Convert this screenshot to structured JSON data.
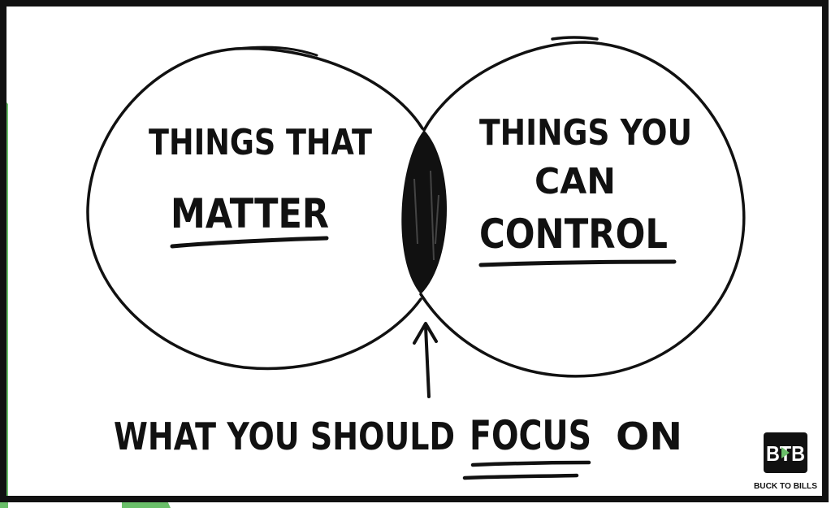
{
  "diagram": {
    "left_circle": {
      "line1": "THINGS THAT",
      "line2": "MATTER"
    },
    "right_circle": {
      "line1": "THINGS YOU",
      "line2": "CAN",
      "line3": "CONTROL"
    },
    "bottom_caption": {
      "before": "WHAT YOU SHOULD",
      "emphasis": "FOCUS",
      "after": "ON"
    }
  },
  "logo": {
    "mark": "BTB",
    "text": "BUCK TO BILLS",
    "accent_color": "#6abf69"
  },
  "colors": {
    "frame": "#111111",
    "ink": "#111111",
    "accent": "#6abf69",
    "background": "#ffffff"
  }
}
